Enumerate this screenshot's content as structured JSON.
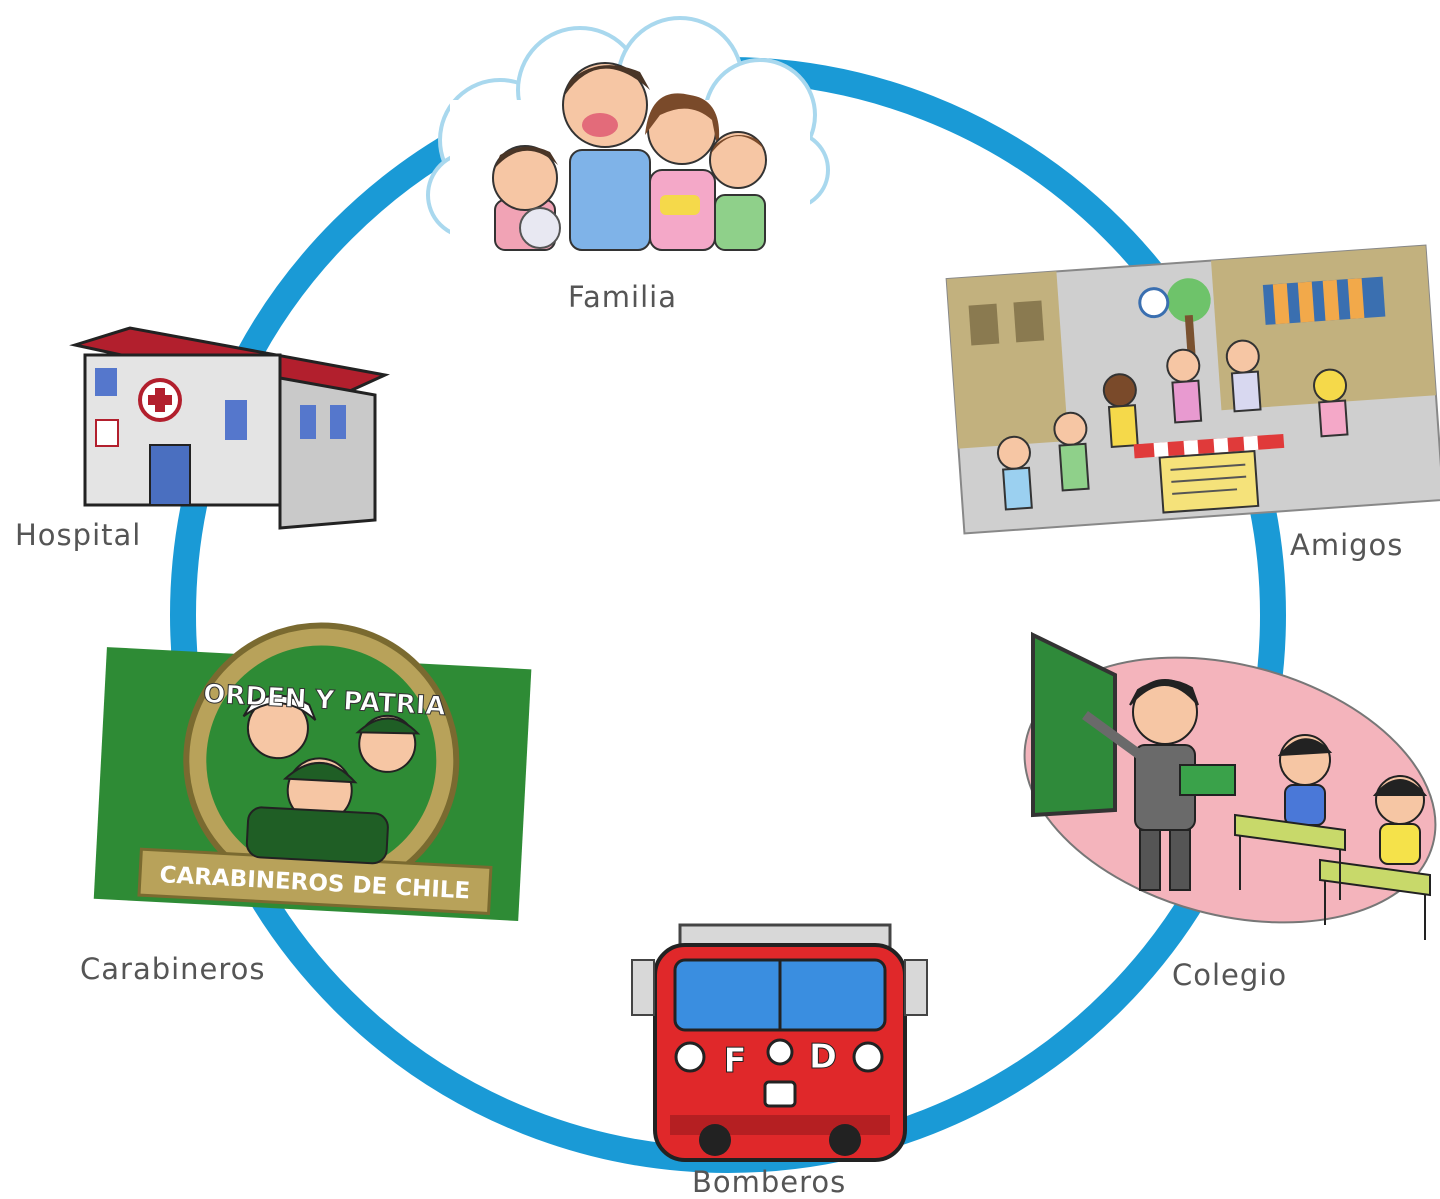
{
  "diagram": {
    "ring_color": "#1a9ad6",
    "nodes": [
      {
        "id": "familia",
        "label": "Familia",
        "icon": "family-icon"
      },
      {
        "id": "amigos",
        "label": "Amigos",
        "icon": "friends-street-icon"
      },
      {
        "id": "colegio",
        "label": "Colegio",
        "icon": "school-classroom-icon"
      },
      {
        "id": "bomberos",
        "label": "Bomberos",
        "icon": "fire-truck-icon"
      },
      {
        "id": "carabineros",
        "label": "Carabineros",
        "icon": "police-badge-icon"
      },
      {
        "id": "hospital",
        "label": "Hospital",
        "icon": "hospital-building-icon"
      }
    ],
    "badge": {
      "top_text": "ORDEN Y PATRIA",
      "bottom_text": "CARABINEROS DE CHILE"
    },
    "truck_letters": [
      "F",
      "D"
    ]
  }
}
